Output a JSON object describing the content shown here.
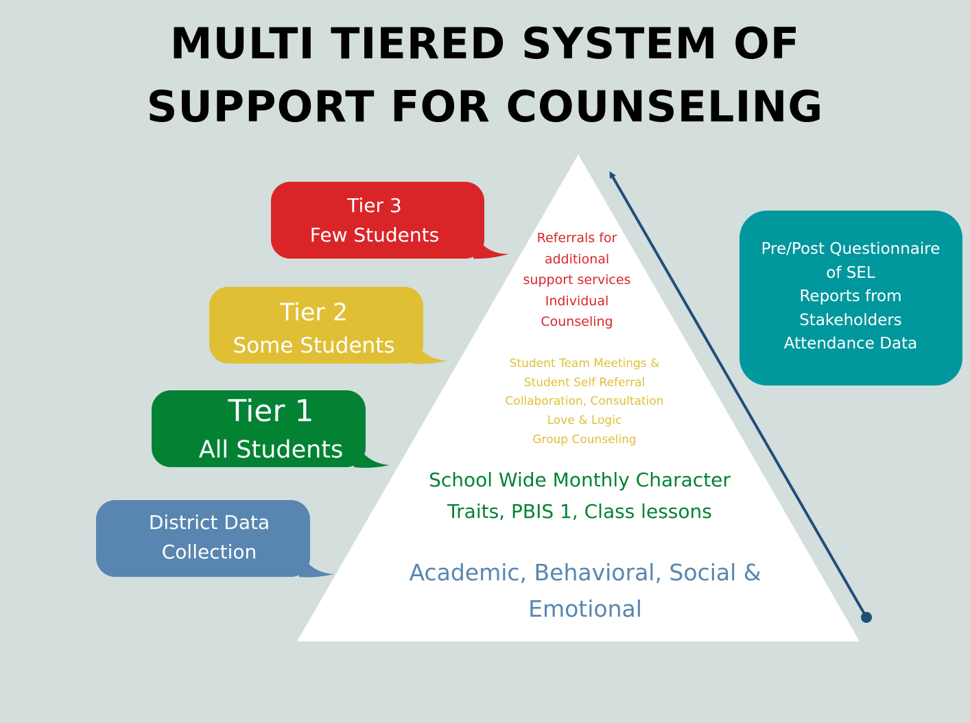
{
  "title": {
    "line1": "MULTI TIERED SYSTEM OF",
    "line2": "SUPPORT FOR COUNSELING"
  },
  "bubbles": {
    "tier3": {
      "line1": "Tier 3",
      "line2": "Few Students",
      "color": "#d92528"
    },
    "tier2": {
      "line1": "Tier 2",
      "line2": "Some Students",
      "color": "#e0bf35"
    },
    "tier1": {
      "line1": "Tier 1",
      "line2": "All Students",
      "color": "#038234"
    },
    "district": {
      "line1": "District Data",
      "line2": "Collection",
      "color": "#5886b0"
    }
  },
  "pyramid": {
    "tier3_text": [
      "Referrals for",
      "additional",
      "support services",
      "Individual",
      "Counseling"
    ],
    "tier2_text": [
      "Student Team Meetings &",
      "Student Self Referral",
      "Collaboration, Consultation",
      "Love & Logic",
      "Group Counseling"
    ],
    "tier1_text": [
      "School Wide Monthly Character",
      "Traits, PBIS  1, Class lessons"
    ],
    "base_text": [
      "Academic, Behavioral, Social &",
      "Emotional"
    ],
    "colors": {
      "tier3": "#d92528",
      "tier2": "#e0bf35",
      "tier1": "#038234",
      "base": "#5886b0"
    }
  },
  "data_box": {
    "lines": [
      "Pre/Post Questionnaire",
      "of SEL",
      "Reports from",
      "Stakeholders",
      "Attendance Data"
    ],
    "color": "#00979d"
  },
  "arrow_color": "#1f4e79"
}
